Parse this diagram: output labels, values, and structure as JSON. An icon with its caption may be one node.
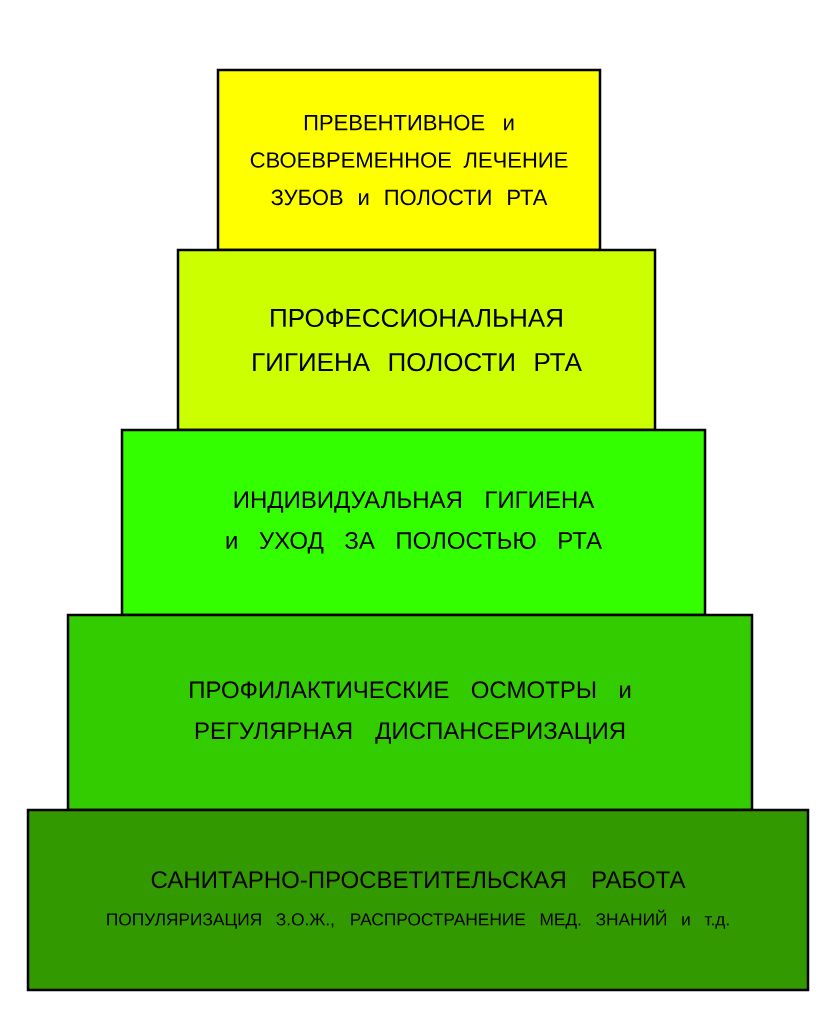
{
  "diagram": {
    "nodes": [
      {
        "text": [
          "ПРЕВЕНТИВНОЕ и СВОЕВРЕМЕННОЕ ЛЕЧЕНИЕ ЗУБОВ и ПОЛОСТИ РТА"
        ]
      },
      {
        "text": [
          "ПРОФЕССИОНАЛЬНАЯ ГИГИЕНА ПОЛОСТИ РТА"
        ]
      },
      {
        "text": [
          "ИНДИВИДУАЛЬНАЯ ГИГИЕНА и УХОД ЗА ПОЛОСТЬЮ РТА"
        ]
      },
      {
        "text": [
          "ПРОФИЛАКТИЧЕСКИЕ ОСМОТРЫ и РЕГУЛЯРНАЯ ДИСПАНСЕРИЗАЦИЯ"
        ]
      },
      {
        "text": [
          "САНИТАРНО-ПРОСВЕТИТЕЛЬСКАЯ РАБОТА",
          "ПОПУЛЯРИЗАЦИЯ З.О.Ж., РАСПРОСТРАНЕНИЕ МЕД. ЗНАНИЙ и т.д."
        ]
      }
    ]
  }
}
